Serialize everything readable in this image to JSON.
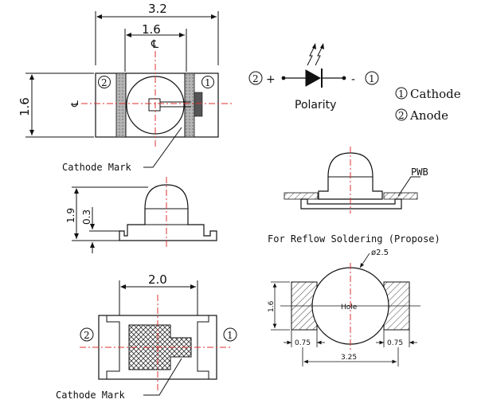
{
  "top_view": {
    "width_label": "3.2",
    "inner_width_label": "1.6",
    "center_mark": "℄",
    "height_label": "1.6",
    "pin_left": "2",
    "pin_right": "1",
    "cathode_mark": "Cathode Mark"
  },
  "polarity": {
    "left_pin": "2",
    "plus": "+",
    "minus": "-",
    "right_pin": "1",
    "label": "Polarity"
  },
  "legend": {
    "items": [
      {
        "num": "1",
        "label": "Cathode"
      },
      {
        "num": "2",
        "label": "Anode"
      }
    ]
  },
  "side_view": {
    "height_label": "1.9",
    "base_label": "0.3"
  },
  "reflow": {
    "pwb_label": "PWB",
    "caption": "For Reflow Soldering (Propose)"
  },
  "bottom_view": {
    "width_label": "2.0",
    "pin_left": "2",
    "pin_right": "1",
    "cathode_mark": "Cathode Mark"
  },
  "pad_layout": {
    "hole_dia": "ø2.5",
    "hole_label": "Hole",
    "height_label": "1.6",
    "left_pad": "0.75",
    "right_pad": "0.75",
    "span_label": "3.25"
  }
}
